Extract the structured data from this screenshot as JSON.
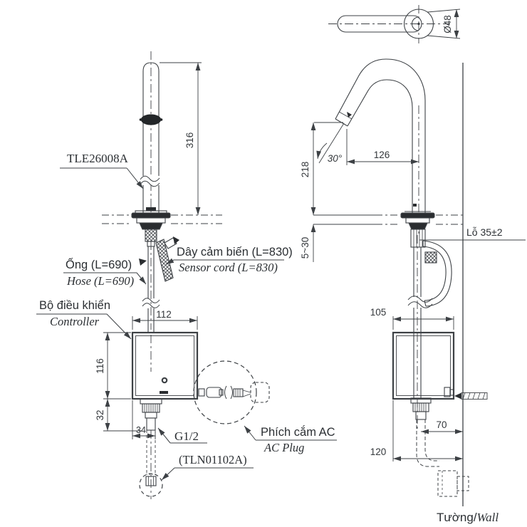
{
  "drawing": {
    "product_label": "TLE26008A",
    "accessory_label": "(TLN01102A)",
    "thread_label": "G1/2",
    "hole_label": "Lỗ 35±2",
    "wall_label_vi": "Tường/",
    "wall_label_en": "Wall",
    "hose_label_vi": "Ống (L=690)",
    "hose_label_en": "Hose (L=690)",
    "sensor_cord_label_vi": "Dây cảm biến (L=830)",
    "sensor_cord_label_en": "Sensor cord (L=830)",
    "controller_label_vi": "Bộ điều khiển",
    "controller_label_en": "Controller",
    "ac_plug_label_vi": "Phích cắm AC",
    "ac_plug_label_en": "AC Plug",
    "dims": {
      "spout_height": "316",
      "controller_width": "112",
      "controller_height": "116",
      "controller_below": "32",
      "shank_width": "34",
      "spout_reach": "126",
      "outlet_height": "218",
      "deck_thickness": "5~30",
      "spout_diameter": "Ø48",
      "controller_depth": "105",
      "valve_to_wall": "70",
      "controller_to_wall": "120",
      "spout_angle": "30°"
    },
    "colors": {
      "line": "#3d4145",
      "fill_dark": "#2a2d30",
      "text": "#2b2f33",
      "background": "#ffffff"
    }
  }
}
